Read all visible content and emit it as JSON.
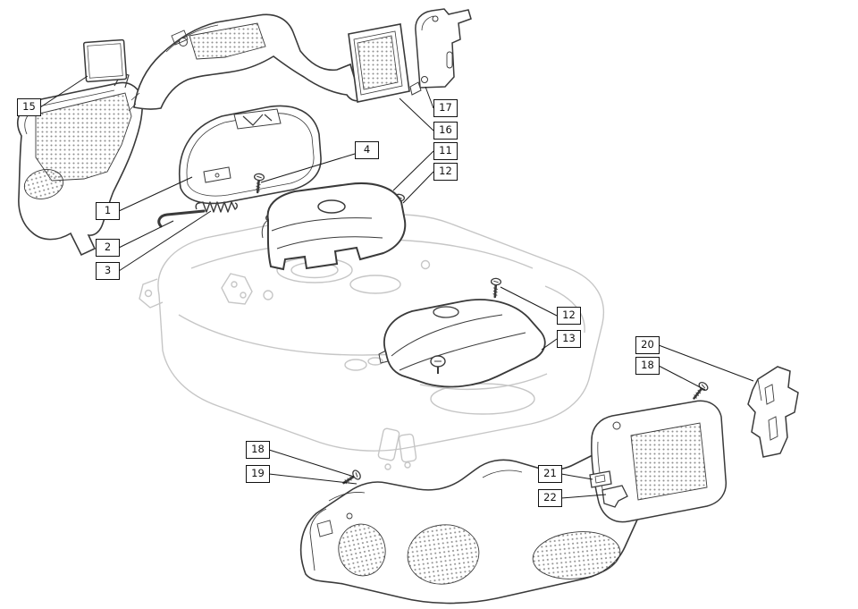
{
  "diagram": {
    "type": "exploded-parts-diagram",
    "colors": {
      "background": "#ffffff",
      "part_line": "#3a3a3a",
      "deck_line": "#c6c6c6",
      "callout_border": "#111111",
      "mesh_dot": "#8f8f8f"
    },
    "callouts": [
      {
        "label": "15"
      },
      {
        "label": "1"
      },
      {
        "label": "2"
      },
      {
        "label": "3"
      },
      {
        "label": "4"
      },
      {
        "label": "17"
      },
      {
        "label": "16"
      },
      {
        "label": "11"
      },
      {
        "label": "12"
      },
      {
        "label": "12"
      },
      {
        "label": "13"
      },
      {
        "label": "20"
      },
      {
        "label": "18"
      },
      {
        "label": "18"
      },
      {
        "label": "19"
      },
      {
        "label": "21"
      },
      {
        "label": "22"
      }
    ]
  }
}
